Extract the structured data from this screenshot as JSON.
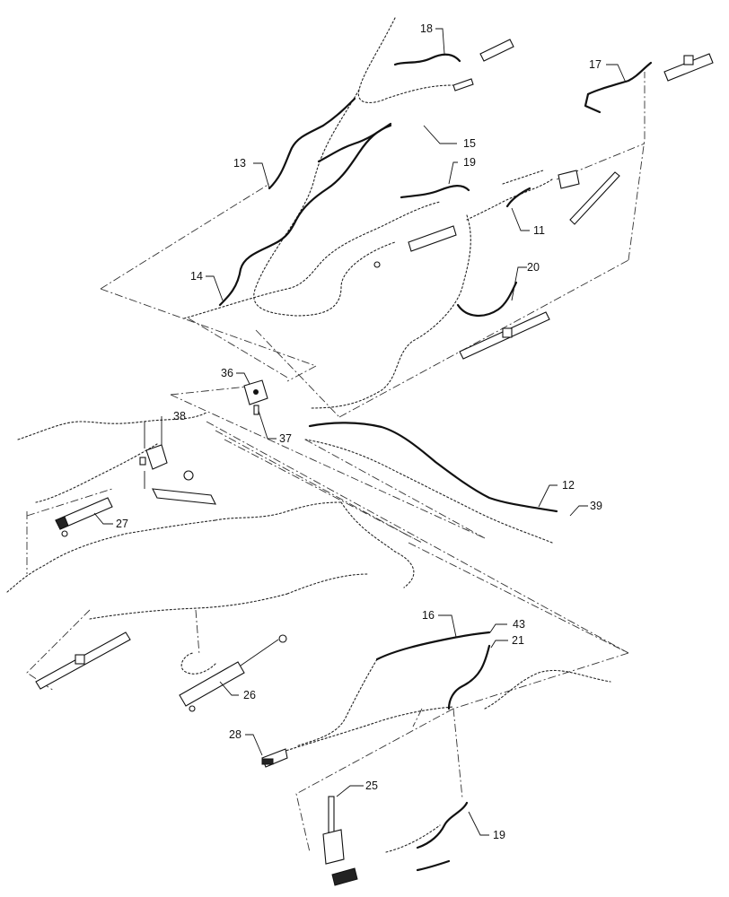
{
  "callouts": {
    "c11": "11",
    "c12": "12",
    "c13": "13",
    "c14": "14",
    "c15": "15",
    "c16": "16",
    "c17": "17",
    "c18": "18",
    "c19a": "19",
    "c19b": "19",
    "c20": "20",
    "c21": "21",
    "c25": "25",
    "c26": "26",
    "c27": "27",
    "c28": "28",
    "c36": "36",
    "c37": "37",
    "c38": "38",
    "c39": "39",
    "c43": "43"
  },
  "colors": {
    "line": "#111111",
    "background": "#ffffff"
  }
}
